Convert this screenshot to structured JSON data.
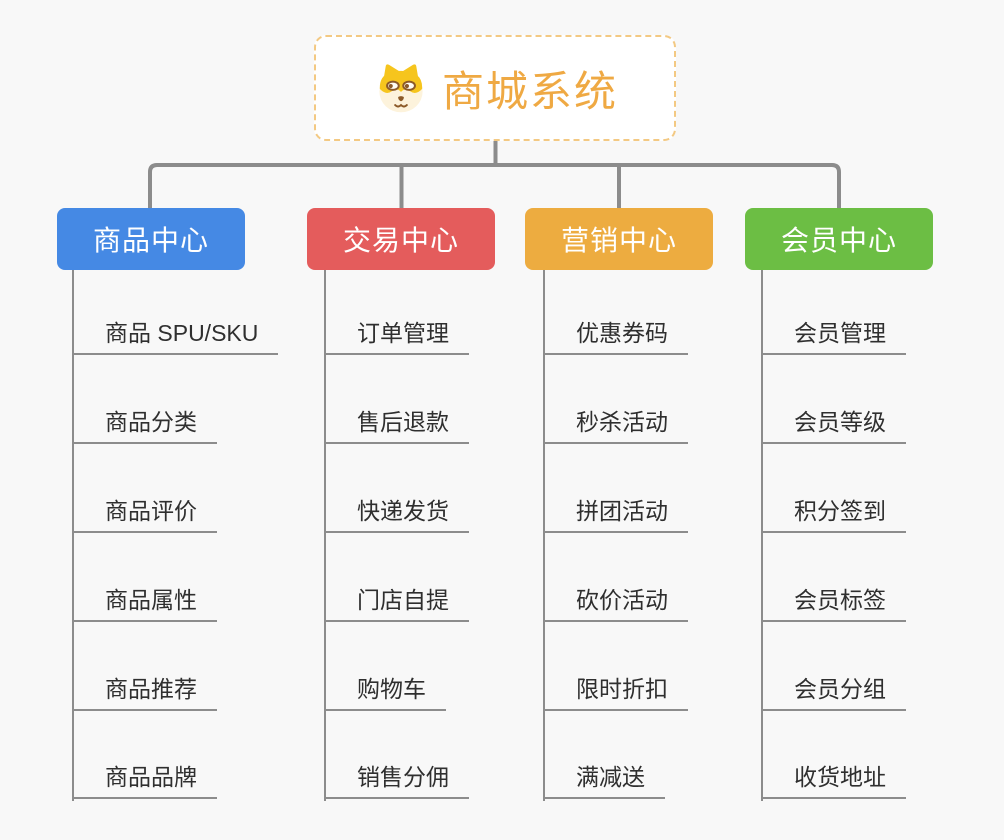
{
  "root": {
    "title": "商城系统",
    "text_color": "#efa943",
    "border_color": "#f3c983",
    "icon": "dog-face-icon"
  },
  "colors": {
    "background": "#f8f8f8",
    "connector": "#8c8c8c",
    "branch_blue": "#4589e4",
    "branch_red": "#e45c5c",
    "branch_orange": "#edac40",
    "branch_green": "#6cbe44"
  },
  "branches": [
    {
      "label": "商品中心",
      "color": "#4589e4",
      "children": [
        "商品 SPU/SKU",
        "商品分类",
        "商品评价",
        "商品属性",
        "商品推荐",
        "商品品牌"
      ]
    },
    {
      "label": "交易中心",
      "color": "#e45c5c",
      "children": [
        "订单管理",
        "售后退款",
        "快递发货",
        "门店自提",
        "购物车",
        "销售分佣"
      ]
    },
    {
      "label": "营销中心",
      "color": "#edac40",
      "children": [
        "优惠券码",
        "秒杀活动",
        "拼团活动",
        "砍价活动",
        "限时折扣",
        "满减送"
      ]
    },
    {
      "label": "会员中心",
      "color": "#6cbe44",
      "children": [
        "会员管理",
        "会员等级",
        "积分签到",
        "会员标签",
        "会员分组",
        "收货地址"
      ]
    }
  ]
}
